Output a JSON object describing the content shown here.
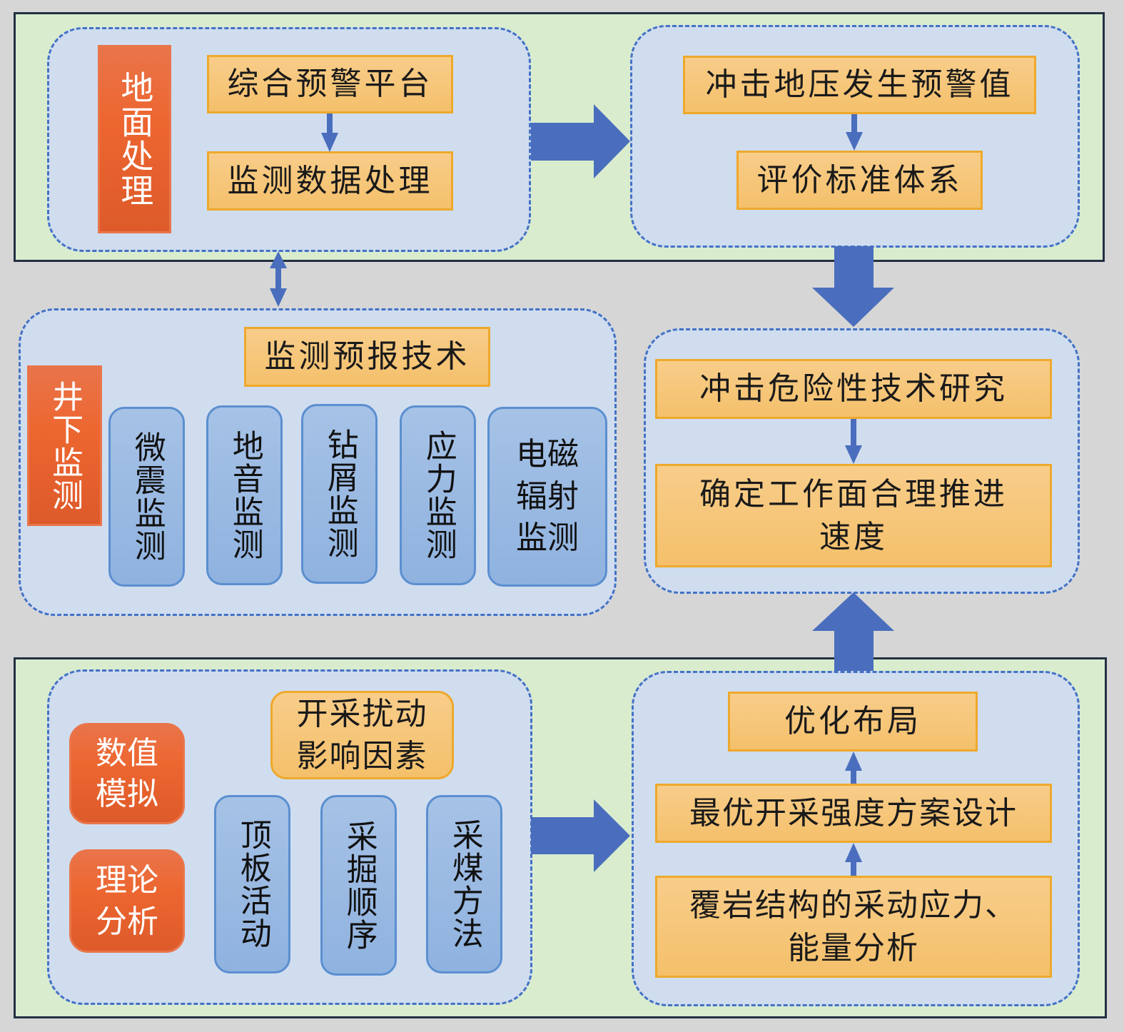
{
  "colors": {
    "background": "#d6d6d6",
    "panel_fill": "#d9edce",
    "group_fill": "#d0ddef",
    "accent_blue": "#4a6ebd",
    "orange_box": "#f5c26f",
    "red_box": "#e8632e",
    "blue_box": "#9ab9e2"
  },
  "top_panel": {
    "surface_group": {
      "label": "地面处理",
      "items": [
        "综合预警平台",
        "监测数据处理"
      ]
    },
    "warning_group": {
      "items": [
        "冲击地压发生预警值",
        "评价标准体系"
      ]
    }
  },
  "underground_group": {
    "label": "井下监测",
    "title": "监测预报技术",
    "methods": [
      "微震监测",
      "地音监测",
      "钻屑监测",
      "应力监测",
      "电磁辐射监测"
    ]
  },
  "center_group": {
    "items": [
      "冲击危险性技术研究",
      "确定工作面合理推进速度"
    ]
  },
  "bottom_panel": {
    "analysis_group": {
      "methods": [
        "数值模拟",
        "理论分析"
      ],
      "title": "开采扰动影响因素",
      "factors": [
        "顶板活动",
        "采掘顺序",
        "采煤方法"
      ]
    },
    "design_group": {
      "items": [
        "优化布局",
        "最优开采强度方案设计",
        "覆岩结构的采动应力、能量分析"
      ]
    }
  }
}
